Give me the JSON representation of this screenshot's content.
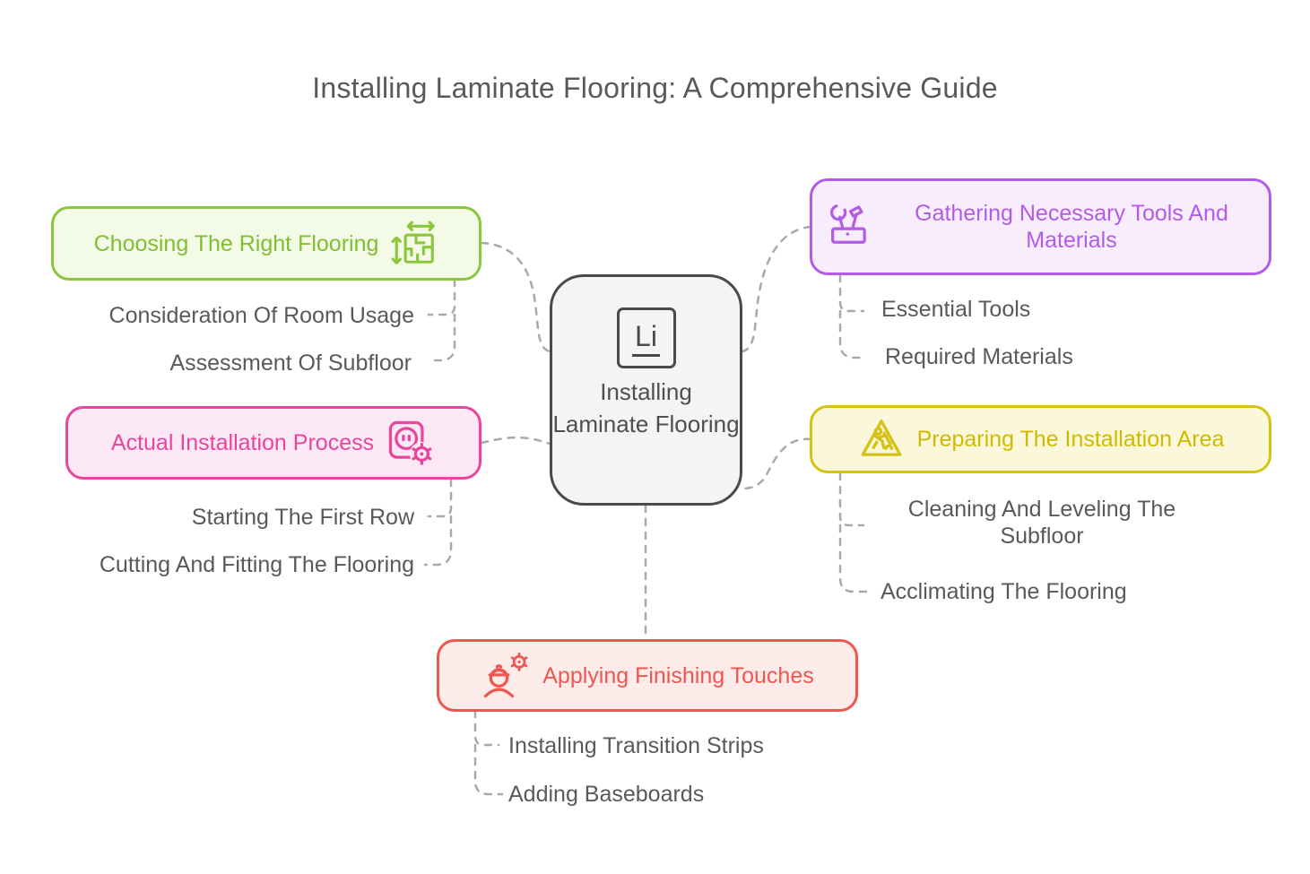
{
  "title": "Installing Laminate Flooring: A Comprehensive Guide",
  "center": {
    "label": "Installing Laminate Flooring",
    "symbol": "Li"
  },
  "branches": [
    {
      "id": "choosing",
      "label": "Choosing The Right Flooring",
      "icon": "floor-plan-measure-icon",
      "color": "#8cc63f",
      "fill": "#f3fae5",
      "children": [
        "Consideration Of Room Usage",
        "Assessment Of Subfloor"
      ]
    },
    {
      "id": "gathering",
      "label": "Gathering Necessary Tools And Materials",
      "icon": "toolbox-icon",
      "color": "#b45be6",
      "fill": "#f8edfd",
      "children": [
        "Essential Tools",
        "Required Materials"
      ]
    },
    {
      "id": "installation",
      "label": "Actual Installation Process",
      "icon": "socket-gear-icon",
      "color": "#e8469e",
      "fill": "#fce7f4",
      "children": [
        "Starting The First Row",
        "Cutting And Fitting The Flooring"
      ]
    },
    {
      "id": "preparing",
      "label": "Preparing The Installation Area",
      "icon": "construction-sign-icon",
      "color": "#d6c213",
      "fill": "#fbf7da",
      "children": [
        "Cleaning And Leveling The Subfloor",
        "Acclimating The Flooring"
      ]
    },
    {
      "id": "finishing",
      "label": "Applying Finishing Touches",
      "icon": "worker-gear-icon",
      "color": "#ec5750",
      "fill": "#fdebe9",
      "children": [
        "Installing Transition Strips",
        "Adding Baseboards"
      ]
    }
  ],
  "connector_color": "#a9a9a9"
}
